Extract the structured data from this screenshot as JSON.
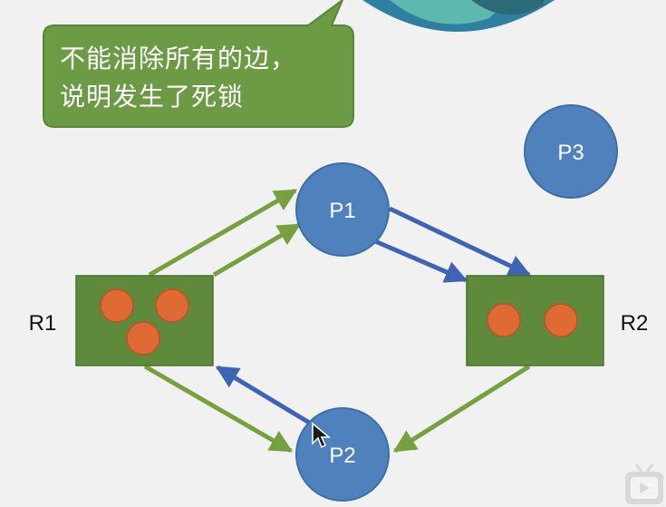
{
  "callout": {
    "line1": "不能消除所有的边，",
    "line2": "说明发生了死锁"
  },
  "nodes": {
    "p1": "P1",
    "p2": "P2",
    "p3": "P3",
    "r1": "R1",
    "r2": "R2"
  },
  "edges": [
    {
      "from": "R1",
      "to": "P1",
      "kind": "assignment"
    },
    {
      "from": "R1",
      "to": "P1",
      "kind": "assignment"
    },
    {
      "from": "P1",
      "to": "R2",
      "kind": "request"
    },
    {
      "from": "P1",
      "to": "R2",
      "kind": "request"
    },
    {
      "from": "R1",
      "to": "P2",
      "kind": "assignment"
    },
    {
      "from": "P2",
      "to": "R1",
      "kind": "request"
    },
    {
      "from": "R2",
      "to": "P2",
      "kind": "assignment"
    }
  ],
  "resource_instances": {
    "R1": 3,
    "R2": 2
  },
  "colors": {
    "process_fill": "#4f81bd",
    "resource_fill": "#5f8a3c",
    "instance_fill": "#e06a33",
    "assignment_edge": "#77a040",
    "request_edge": "#3f64b3",
    "callout_fill": "#6c9a45",
    "decor_blob": "#3d8da0"
  },
  "icons": [
    "mouse-cursor-icon",
    "watermark-tv-icon"
  ]
}
